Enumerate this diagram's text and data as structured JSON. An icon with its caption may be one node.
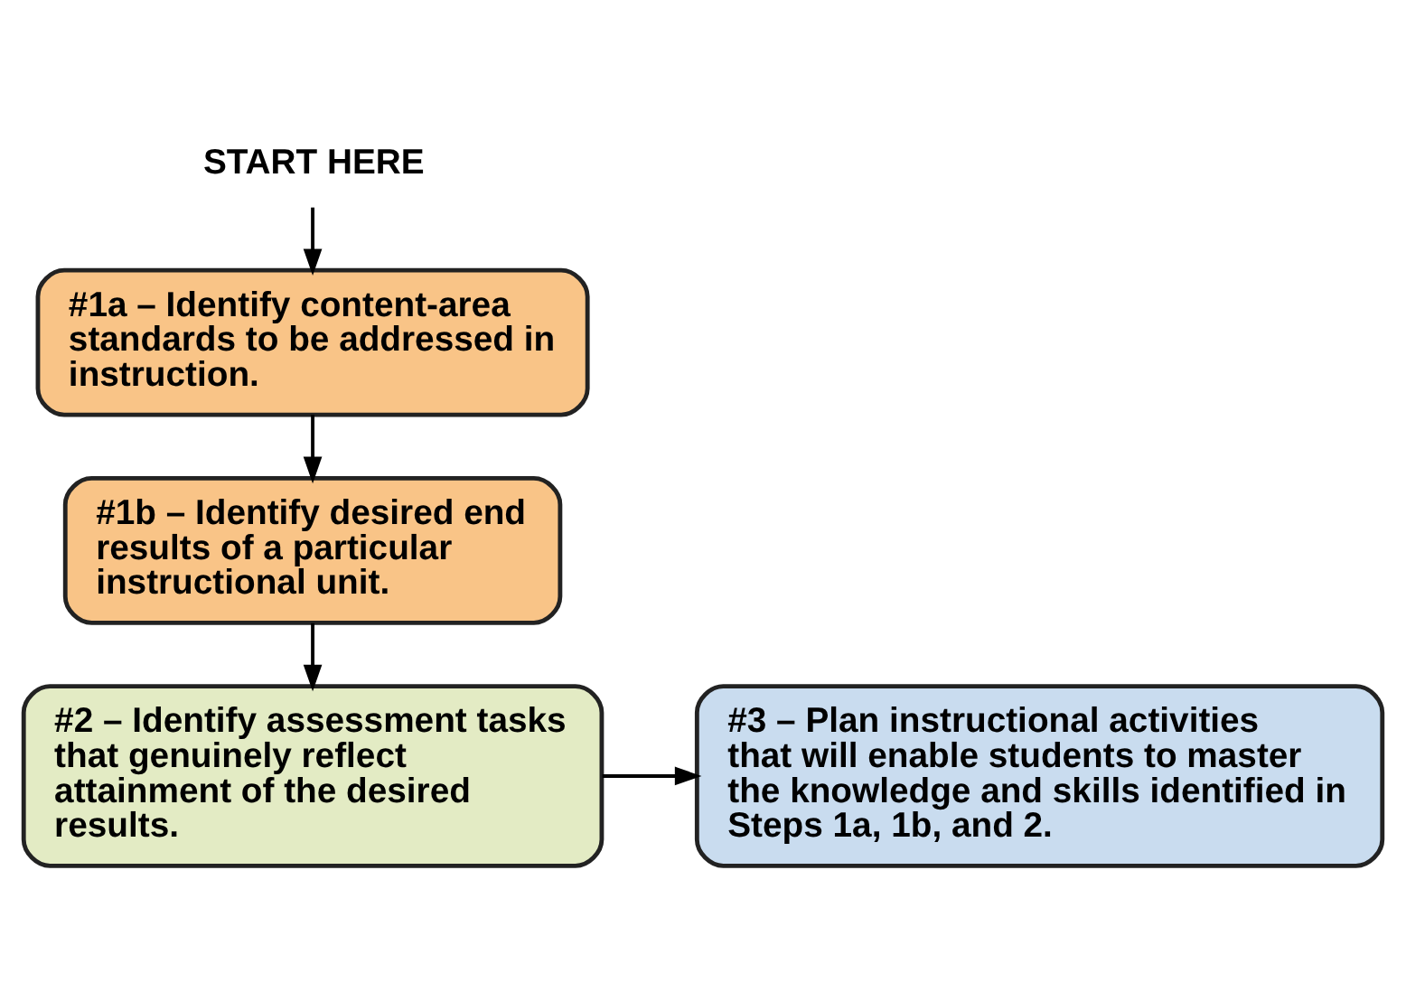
{
  "diagram": {
    "nodes": [
      {
        "text": [
          "START HERE"
        ]
      },
      {
        "text": [
          "#1a – Identify content-area standards to be addressed in instruction."
        ]
      },
      {
        "text": [
          "#1b – Identify desired end results of a particular instructional unit."
        ]
      },
      {
        "text": [
          "#2 – Identify assessment tasks that genuinely reflect attainment of the desired results."
        ]
      },
      {
        "text": [
          "#3 – Plan instructional activities that will enable students to master the knowledge and skills identified in Steps 1a, 1b, and 2."
        ]
      }
    ],
    "edges": [
      {
        "from": 0,
        "to": 1,
        "arrow": "to"
      },
      {
        "from": 1,
        "to": 2,
        "arrow": "to"
      },
      {
        "from": 2,
        "to": 3,
        "arrow": "to"
      },
      {
        "from": 3,
        "to": 4,
        "arrow": "to"
      }
    ]
  }
}
